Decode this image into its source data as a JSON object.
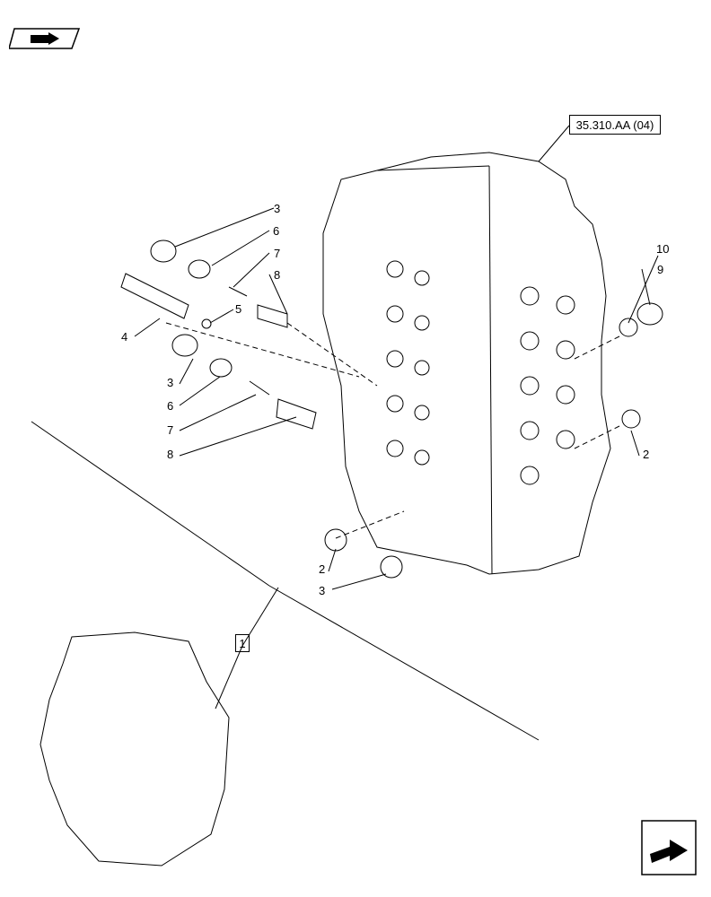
{
  "reference": {
    "label": "35.310.AA (04)"
  },
  "callouts": [
    "3",
    "6",
    "7",
    "8",
    "5",
    "4",
    "3",
    "6",
    "7",
    "8",
    "10",
    "9",
    "2",
    "2",
    "3",
    "1"
  ],
  "icons": {
    "top_left": "book-arrow-icon",
    "bottom_right": "next-page-icon"
  }
}
